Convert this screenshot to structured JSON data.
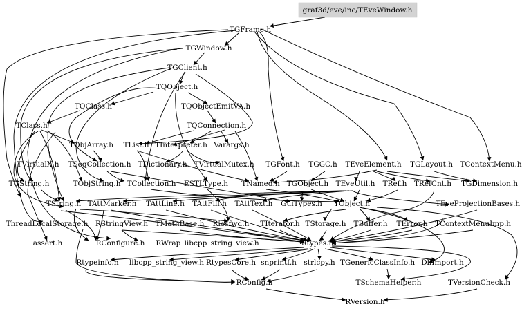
{
  "graph": {
    "root": "graf3d/eve/inc/TEveWindow.h",
    "nodes": {
      "root": "graf3d/eve/inc/TEveWindow.h",
      "TGFrame": "TGFrame.h",
      "TGWindow": "TGWindow.h",
      "TGClient": "TGClient.h",
      "TQObject": "TQObject.h",
      "TQClass": "TQClass.h",
      "TQObjectEmitVA": "TQObjectEmitVA.h",
      "TClass": "TClass.h",
      "TQConnection": "TQConnection.h",
      "TObjArray": "TObjArray.h",
      "TList": "TList.h",
      "TInterpreter": "TInterpreter.h",
      "Varargs": "Varargs.h",
      "TVirtualX": "TVirtualX.h",
      "TSeqCollection": "TSeqCollection.h",
      "TDictionary": "TDictionary.h",
      "TVirtualMutex": "TVirtualMutex.h",
      "TGFont": "TGFont.h",
      "TGGC": "TGGC.h",
      "TEveElement": "TEveElement.h",
      "TGLayout": "TGLayout.h",
      "TContextMenu": "TContextMenu.h",
      "TGString": "TGString.h",
      "TObjString": "TObjString.h",
      "TCollection": "TCollection.h",
      "ESTLType": "ESTLType.h",
      "TNamed": "TNamed.h",
      "TGObject": "TGObject.h",
      "TEveUtil": "TEveUtil.h",
      "TRef": "TRef.h",
      "TRefCnt": "TRefCnt.h",
      "TGDimension": "TGDimension.h",
      "TString": "TString.h",
      "TAttMarker": "TAttMarker.h",
      "TAttLine": "TAttLine.h",
      "TAttFill": "TAttFill.h",
      "TAttText": "TAttText.h",
      "GuiTypes": "GuiTypes.h",
      "TObject": "TObject.h",
      "TEveProjectionBases": "TEveProjectionBases.h",
      "ThreadLocalStorage": "ThreadLocalStorage.h",
      "RStringView": "RStringView.h",
      "TMathBase": "TMathBase.h",
      "Riosfwd": "Riosfwd.h",
      "TIterator": "TIterator.h",
      "TStorage": "TStorage.h",
      "TBuffer": "TBuffer.h",
      "TError": "TError.h",
      "TContextMenuImp": "TContextMenuImp.h",
      "assert": "assert.h",
      "RConfigure": "RConfigure.h",
      "RWrap": "RWrap_libcpp_string_view.h",
      "Rtypes": "Rtypes.h",
      "Rtypeinfo": "Rtypeinfo.h",
      "libcpp": "libcpp_string_view.h",
      "RtypesCore": "RtypesCore.h",
      "snprintf": "snprintf.h",
      "strlcpy": "strlcpy.h",
      "TGenericClassInfo": "TGenericClassInfo.h",
      "DllImport": "DllImport.h",
      "TSchemaHelper": "TSchemaHelper.h",
      "RConfig": "RConfig.h",
      "TVersionCheck": "TVersionCheck.h",
      "RVersion": "RVersion.h"
    }
  }
}
